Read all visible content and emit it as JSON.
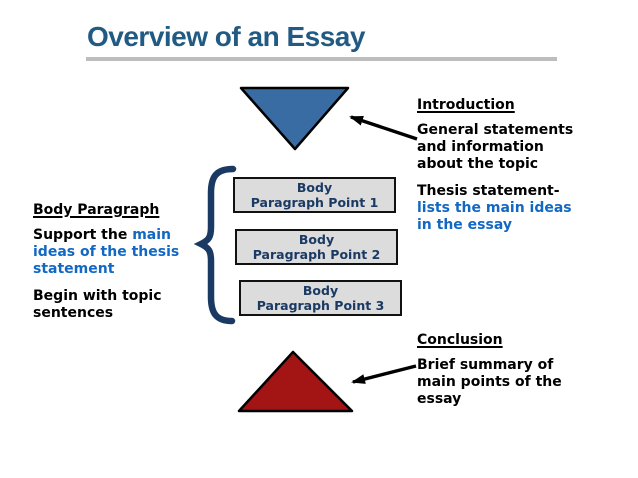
{
  "title": "Overview of an Essay",
  "colors": {
    "title_blue": "#215A82",
    "accent_text_blue": "#1268C3",
    "navy": "#1B3A63",
    "intro_triangle_fill": "#3A6CA4",
    "conclusion_triangle_fill": "#A31414",
    "box_fill": "#DCDCDC",
    "box_border": "#111111",
    "rule_gray": "#BDBDBD",
    "arrow_black": "#000000"
  },
  "intro_block": {
    "heading": "Introduction",
    "para1": "General statements and information about the topic",
    "para2_black": "Thesis statement-",
    "para2_blue": "lists the main ideas in the essay"
  },
  "body_block": {
    "heading": "Body Paragraph",
    "para1_black": "Support the ",
    "para1_blue": "main ideas of the thesis statement",
    "para2": "Begin with topic sentences"
  },
  "conclusion_block": {
    "heading": "Conclusion",
    "para": "Brief summary of main points of the essay"
  },
  "diagram": {
    "boxes": [
      {
        "line1": "Body",
        "line2": "Paragraph Point 1"
      },
      {
        "line1": "Body",
        "line2": "Paragraph Point 2"
      },
      {
        "line1": "Body",
        "line2": "Paragraph Point 3"
      }
    ]
  }
}
